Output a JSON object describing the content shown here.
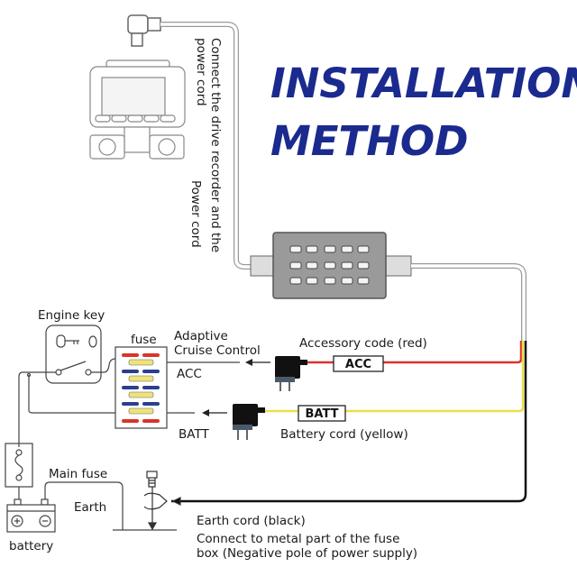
{
  "title": {
    "line1": "INSTALLATION",
    "line2": "METHOD"
  },
  "labels": {
    "connect_recorder_line1": "Connect the drive recorder and the",
    "connect_recorder_line2": "power cord",
    "power_cord": "Power cord",
    "engine_key": "Engine key",
    "fuse": "fuse",
    "adaptive_line1": "Adaptive",
    "adaptive_line2": "Cruise Control",
    "acc_side": "ACC",
    "batt_side": "BATT",
    "accessory_code": "Accessory code (red)",
    "acc_tag": "ACC",
    "batt_tag": "BATT",
    "battery_cord": "Battery cord (yellow)",
    "main_fuse": "Main fuse",
    "earth": "Earth",
    "battery": "battery",
    "earth_cord": "Earth cord (black)",
    "connect_metal_line1": "Connect to metal part of the fuse",
    "connect_metal_line2": "box (Negative pole of power supply)"
  },
  "colors": {
    "title": "#1b2a8e",
    "acc_wire": "#d9342b",
    "batt_wire": "#e8e04a",
    "earth_wire": "#111111"
  }
}
